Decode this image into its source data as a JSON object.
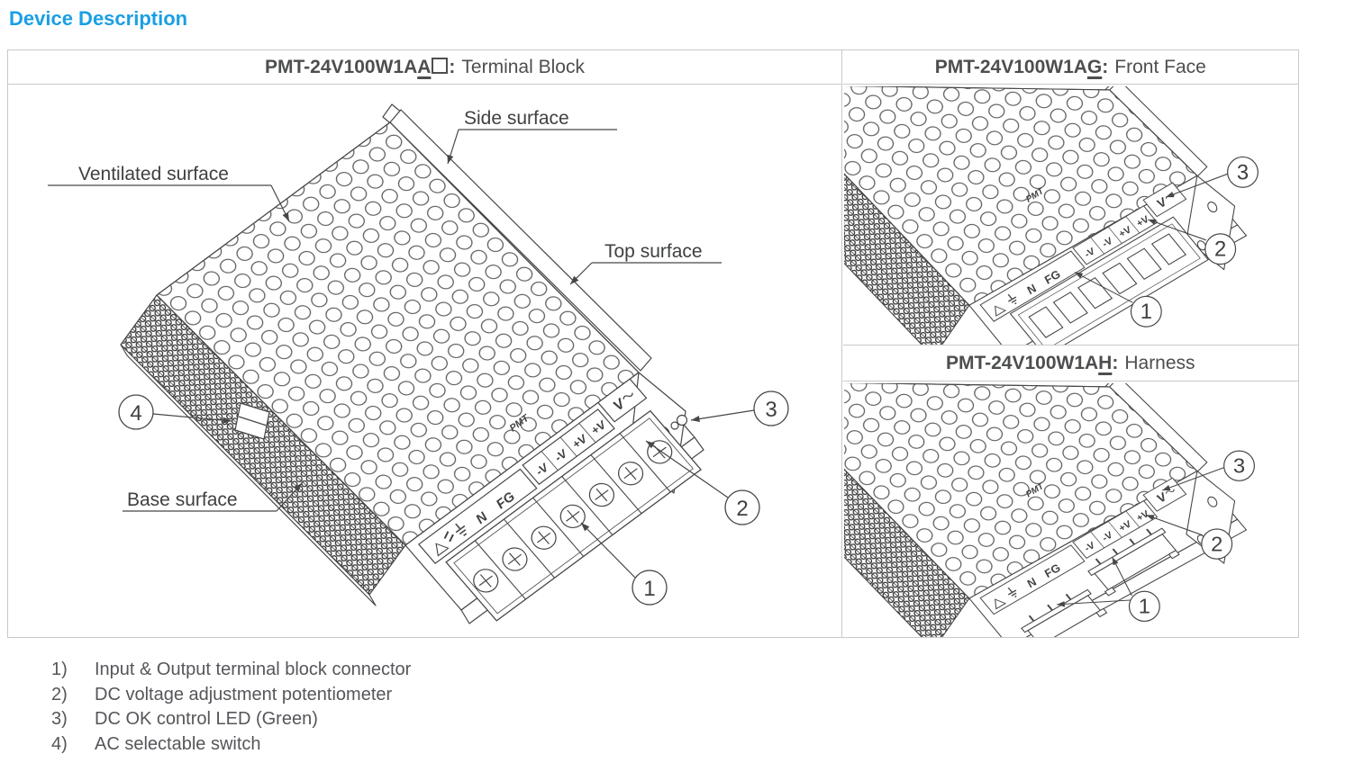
{
  "page": {
    "title": "Device Description"
  },
  "colors": {
    "accent_blue": "#1A9FE4",
    "text_gray": "#55565a",
    "line_gray": "#474747",
    "border_gray": "#c9c9c9"
  },
  "figure": {
    "panels": [
      {
        "id": "terminal-block",
        "model_prefix": "PMT-24V100W1A",
        "model_underlined": "A",
        "model_box": "",
        "separator": ":",
        "descriptor": "Terminal Block",
        "surface_labels": {
          "side": "Side surface",
          "ventilated": "Ventilated surface",
          "top": "Top surface",
          "base": "Base surface"
        },
        "callouts": [
          "1",
          "2",
          "3",
          "4"
        ]
      },
      {
        "id": "front-face",
        "model_prefix": "PMT-24V100W1A",
        "model_underlined": "G",
        "separator": ":",
        "descriptor": "Front Face",
        "callouts": [
          "1",
          "2",
          "3"
        ]
      },
      {
        "id": "harness",
        "model_prefix": "PMT-24V100W1A",
        "model_underlined": "H",
        "separator": ":",
        "descriptor": "Harness",
        "callouts": [
          "1",
          "2",
          "3"
        ]
      }
    ],
    "device_markings": {
      "brand": "PMT",
      "neutral": "N",
      "fg": "FG",
      "v_minus": "-V",
      "v_plus": "+V",
      "v_adj": "V",
      "icons": [
        "warning-triangle-icon",
        "earth-ground-icon",
        "placeholder-box-icon"
      ]
    }
  },
  "legend": {
    "items": [
      {
        "num": "1)",
        "text": "Input & Output terminal block connector"
      },
      {
        "num": "2)",
        "text": "DC voltage adjustment potentiometer"
      },
      {
        "num": "3)",
        "text": "DC OK control LED (Green)"
      },
      {
        "num": "4)",
        "text": "AC selectable switch"
      }
    ]
  }
}
